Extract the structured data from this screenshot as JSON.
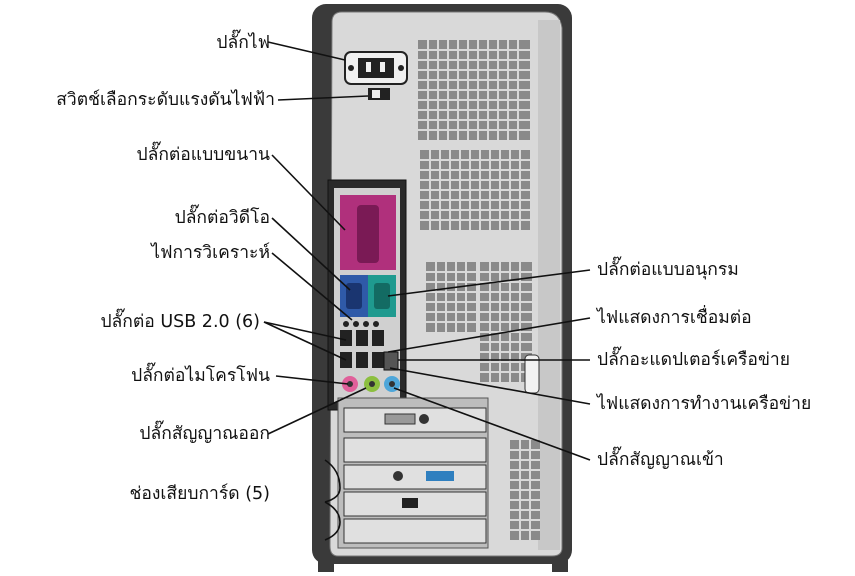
{
  "labels_left": [
    "ปลั๊กไฟ",
    "สวิตช์เลือกระดับแรงดันไฟฟ้า",
    "ปลั๊กต่อแบบขนาน",
    "ปลั๊กต่อวิดีโอ",
    "ไฟการวิเคราะห์",
    "ปลั๊กต่อ USB 2.0 (6)",
    "ปลั๊กต่อไมโครโฟน",
    "ปลั๊กสัญญาณออก",
    "ช่องเสียบการ์ด (5)"
  ],
  "labels_right": [
    "ปลั๊กต่อแบบอนุกรม",
    "ไฟแสดงการเชื่อมต่อ",
    "ปลั๊กอะแดปเตอร์เครือข่าย",
    "ไฟแสดงการทำงานเครือข่าย",
    "ปลั๊กสัญญาณเข้า"
  ],
  "colors": {
    "case_dark": "#3a3a3a",
    "panel": "#d9d9d9",
    "vent": "#8a8a8a",
    "parallel_port": "#b0307c",
    "video_port": "#2f5aa8",
    "serial_port": "#1f9a8f",
    "mic_port": "#e0609a",
    "line_out_port": "#8cbf3f",
    "line_in_port": "#4ea6d9"
  }
}
